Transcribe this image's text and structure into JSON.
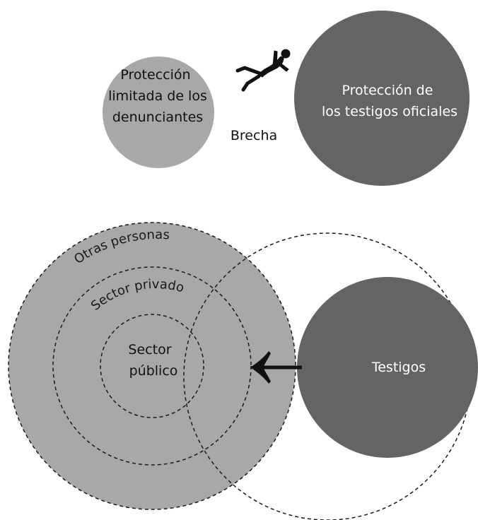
{
  "top": {
    "left_circle": {
      "lines": [
        "Protección",
        "limitada de los",
        "denunciantes"
      ]
    },
    "gap_label": "Brecha",
    "right_circle": {
      "lines": [
        "Protección de",
        "los testigos oficiales"
      ]
    },
    "figure_icon": "falling-person-icon"
  },
  "bottom": {
    "outer_ring_label": "Otras personas",
    "middle_ring_label": "Sector privado",
    "inner_ring_lines": [
      "Sector",
      "público"
    ],
    "witnesses_label": "Testigos",
    "arrow_icon": "arrow-left-icon"
  },
  "colors": {
    "light_gray": "#a7a8aa",
    "dark_gray": "#636466",
    "dashed_line": "#1a1a1a",
    "background": "#ffffff"
  }
}
